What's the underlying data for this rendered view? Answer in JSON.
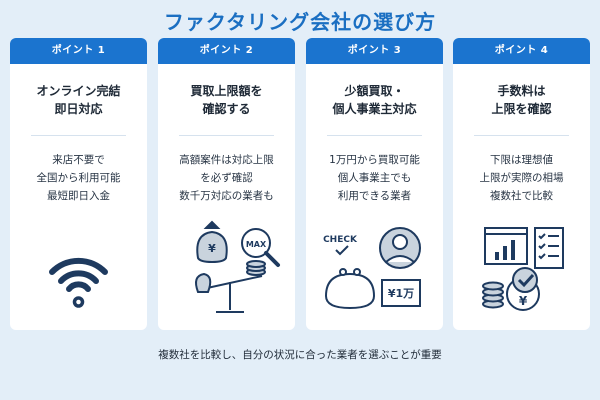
{
  "title": "ファクタリング会社の選び方",
  "points": [
    {
      "label": "ポイント 1",
      "title": "オンライン完結\n即日対応",
      "body": "来店不要で\n全国から利用可能\n最短即日入金",
      "icon": "wifi-icon"
    },
    {
      "label": "ポイント 2",
      "title": "買取上限額を\n確認する",
      "body": "高額案件は対応上限\nを必ず確認\n数千万対応の業者も",
      "icon": "money-scale-icon",
      "art_text": "MAX"
    },
    {
      "label": "ポイント 3",
      "title": "少額買取・\n個人事業主対応",
      "body": "1万円から買取可能\n個人事業主でも\n利用できる業者",
      "icon": "coin-purse-icon",
      "art_text": "CHECK",
      "price_tag": "¥1万"
    },
    {
      "label": "ポイント 4",
      "title": "手数料は\n上限を確認",
      "body": "下限は理想値\n上限が実際の相場\n複数社で比較",
      "icon": "compare-checklist-icon"
    }
  ],
  "footer": "複数社を比較し、自分の状況に合った業者を選ぶことが重要",
  "colors": {
    "accent": "#1b74cf",
    "title": "#1b6fc2",
    "background": "#e3eef8",
    "navy": "#1e3a5f"
  }
}
